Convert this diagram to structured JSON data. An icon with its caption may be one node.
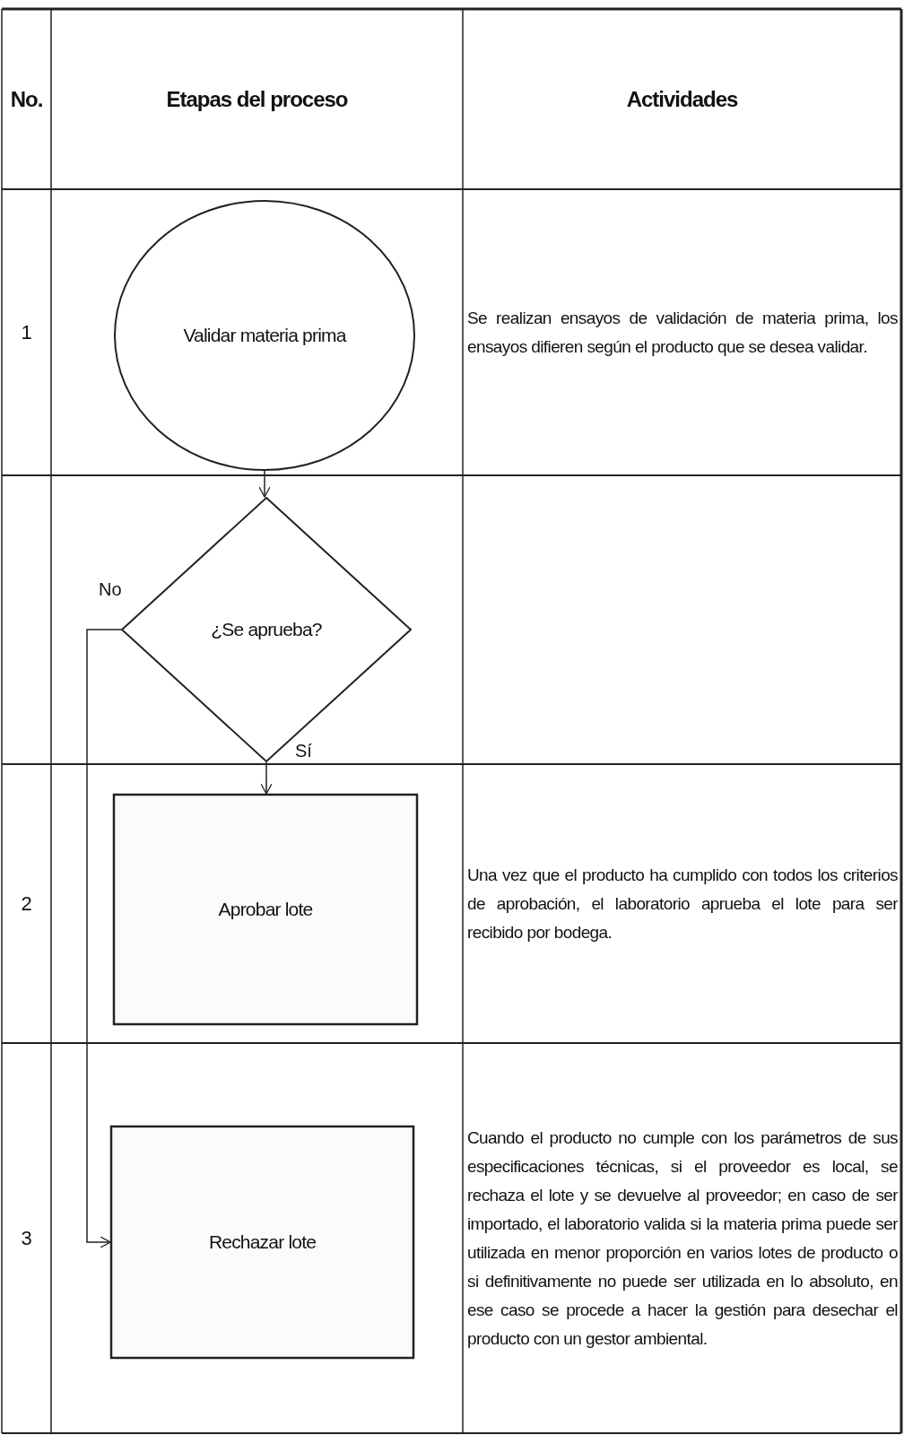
{
  "diagram": {
    "nodes": [
      {
        "text": [
          "Validar materia prima"
        ]
      },
      {
        "text": [
          "¿Se aprueba?"
        ]
      },
      {
        "text": [
          "Aprobar lote"
        ]
      },
      {
        "text": [
          "Rechazar lote"
        ]
      }
    ],
    "edges": [
      {
        "from": 0,
        "to": 1,
        "arrow": "to"
      },
      {
        "from": 1,
        "to": 2,
        "arrow": "to",
        "label": "Sí"
      },
      {
        "from": 1,
        "to": 3,
        "arrow": "to",
        "label": "No"
      }
    ],
    "labels": [
      "No.",
      "Etapas del proceso",
      "Actividades",
      "1",
      "Se realizan ensayos de validación de materia prima, los ensayos difieren según el producto que se desea validar.",
      "2",
      "Una vez que el producto ha cumplido con todos los criterios de aprobación, el laboratorio aprueba el lote para ser recibido por bodega.",
      "3",
      "Cuando el producto no cumple con los parámetros de sus especificaciones técnicas, si el proveedor es local, se rechaza el lote y se devuelve al proveedor; en caso de ser importado, el laboratorio valida si la materia prima puede ser utilizada en menor proporción en varios lotes de producto o si definitivamente no puede ser utilizada en lo absoluto, en ese caso se procede a hacer la gestión para desechar el producto con un gestor ambiental."
    ]
  }
}
